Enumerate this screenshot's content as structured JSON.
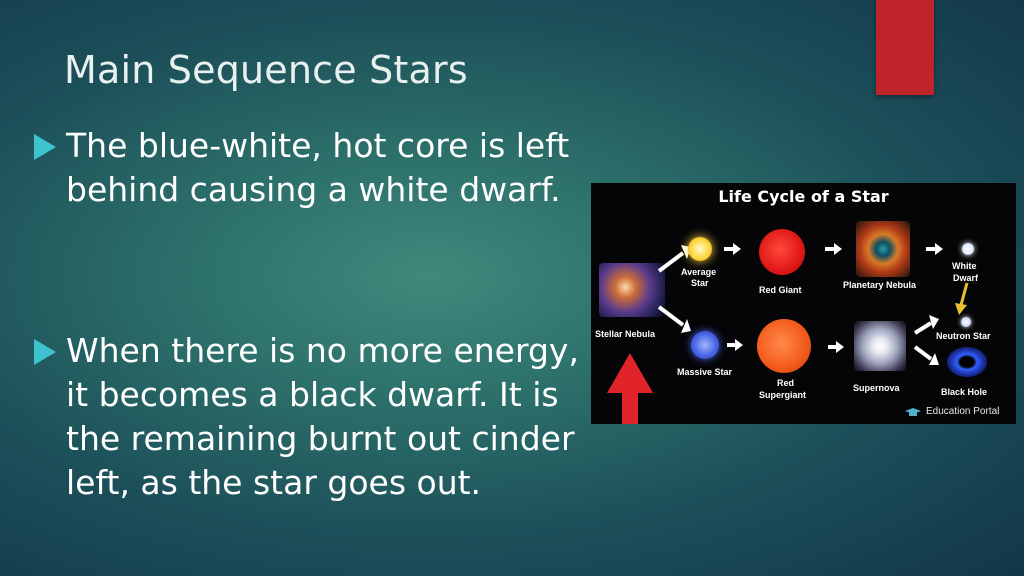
{
  "slide": {
    "title": "Main Sequence Stars",
    "bullets": [
      "The blue-white, hot core is left behind causing a white dwarf.",
      "When there is no more energy, it becomes a black dwarf. It is the remaining burnt out cinder left, as the star goes out."
    ],
    "accent_color": "#c0242b",
    "bullet_color": "#3fc3cf"
  },
  "graphic": {
    "title": "Life Cycle of a Star",
    "labels": {
      "stellar_nebula": "Stellar Nebula",
      "average_star_1": "Average",
      "average_star_2": "Star",
      "red_giant": "Red Giant",
      "planetary_nebula": "Planetary Nebula",
      "white_dwarf_1": "White",
      "white_dwarf_2": "Dwarf",
      "massive_star": "Massive Star",
      "red_supergiant_1": "Red",
      "red_supergiant_2": "Supergiant",
      "supernova": "Supernova",
      "neutron_star": "Neutron Star",
      "black_hole": "Black Hole",
      "credit": "Education Portal"
    }
  }
}
